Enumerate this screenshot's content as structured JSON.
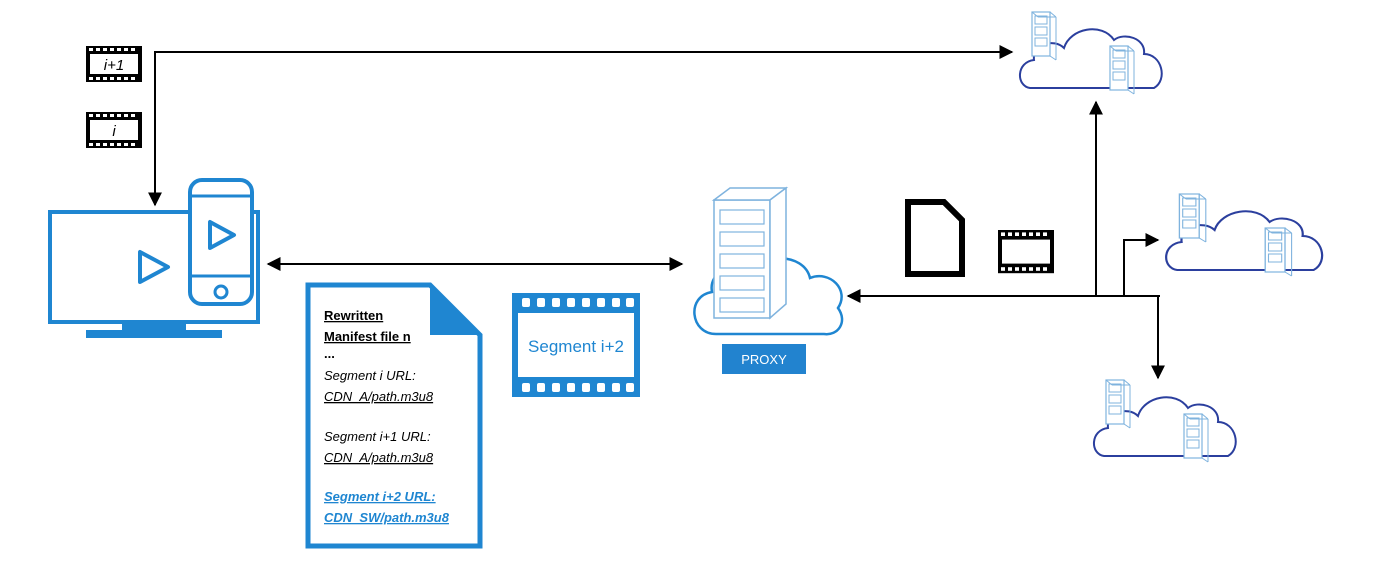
{
  "colors": {
    "blue": "#1f86d1",
    "dark_blue": "#2b3f9e",
    "light_blue": "#7fb3de",
    "black": "#000000",
    "proxy_bg": "#2283cf"
  },
  "film_small": {
    "top_label": "i+1",
    "bottom_label": "i"
  },
  "segment": {
    "label": "Segment i+2"
  },
  "proxy": {
    "label": "PROXY"
  },
  "manifest": {
    "title_line1": "Rewritten",
    "title_line2": "Manifest file n",
    "ellipsis": "...",
    "entries": [
      {
        "label": "Segment i URL:",
        "url": "CDN_A/path.m3u8"
      },
      {
        "label": "Segment i+1 URL:",
        "url": "CDN_A/path.m3u8"
      },
      {
        "label": "Segment i+2 URL:",
        "url": "CDN_SW/path.m3u8"
      }
    ]
  },
  "icons": {
    "client": "monitor-and-phone-play-icon",
    "document": "document-icon",
    "film": "film-strip-icon",
    "server": "server-rack-icon",
    "cloud": "cloud-icon"
  }
}
